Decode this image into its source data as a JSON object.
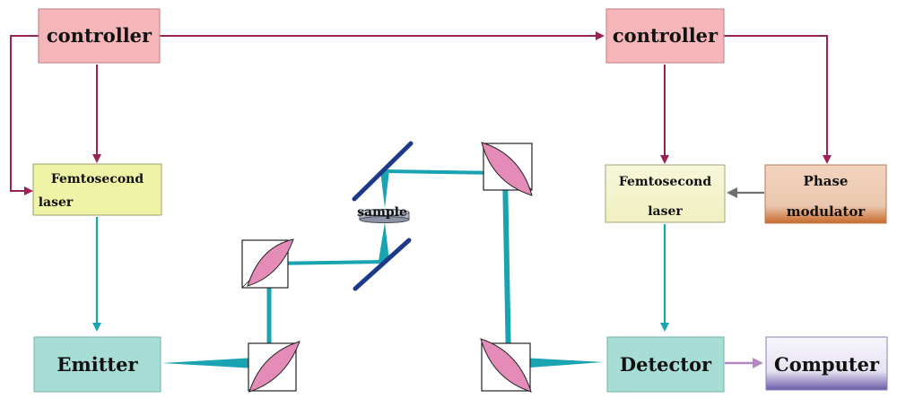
{
  "labels": {
    "controller_left": "controller",
    "controller_right": "controller",
    "laser_left_line1": "Femtosecond",
    "laser_left_line2": "laser",
    "laser_right_line1": "Femtosecond",
    "laser_right_line2": "laser",
    "phase_line1": "Phase",
    "phase_line2": "modulator",
    "emitter": "Emitter",
    "detector": "Detector",
    "computer": "Computer",
    "sample": "sample"
  },
  "colors": {
    "controller_fill": "#f4b6b8",
    "laser_fill": "#eef3a6",
    "laser_right_fill": "#f6f6d2",
    "emitter_fill": "#a8ddd6",
    "detector_fill": "#a8ddd6",
    "phase_fill_top": "#f3d4bf",
    "phase_fill_bottom": "#c86a2a",
    "computer_fill_top": "#f1eef8",
    "computer_fill_bottom": "#6c5ba8",
    "control_arrow": "#9b2257",
    "beam": "#1aa3b0",
    "mirror_flat": "#1d3a8a",
    "mirror_curved": "#e48bb8",
    "gray_arrow": "#707070",
    "purple_arrow": "#b58ac2"
  }
}
